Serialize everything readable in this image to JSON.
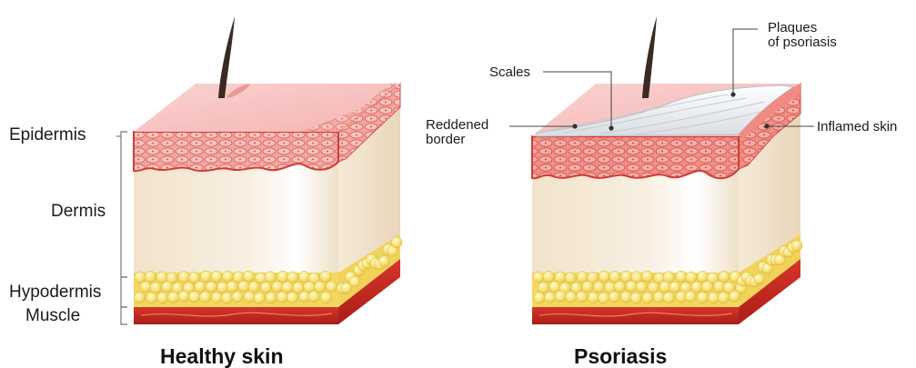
{
  "labels": {
    "epidermis": "Epidermis",
    "dermis": "Dermis",
    "hypodermis": "Hypodermis",
    "muscle": "Muscle",
    "scales": "Scales",
    "plaques_line1": "Plaques",
    "plaques_line2": "of psoriasis",
    "reddened_line1": "Reddened",
    "reddened_line2": "border",
    "inflamed": "Inflamed skin"
  },
  "titles": {
    "healthy": "Healthy skin",
    "psoriasis": "Psoriasis"
  },
  "colors": {
    "top_pink": "#f7c5c4",
    "epidermis_red": "#e8635a",
    "dermis": "#f3e6d2",
    "fat": "#f7e07a",
    "muscle": "#c8281e",
    "hair": "#3a2a22",
    "scale_silver": "#eef0f3"
  }
}
